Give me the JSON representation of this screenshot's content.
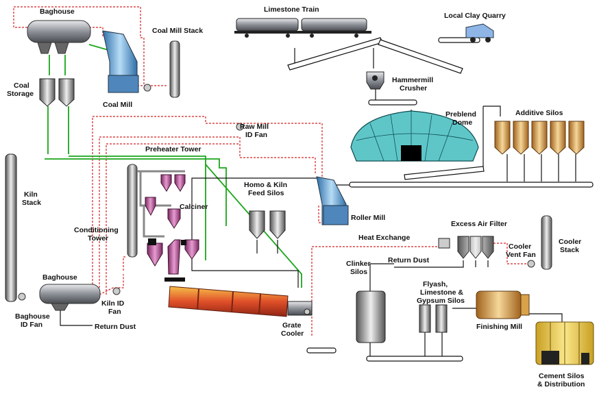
{
  "labels": {
    "baghouse_top": "Baghouse",
    "coal_mill_stack": "Coal Mill Stack",
    "limestone_train": "Limestone Train",
    "local_clay_quarry": "Local Clay Quarry",
    "coal_storage_1": "Coal",
    "coal_storage_2": "Storage",
    "coal_mill": "Coal Mill",
    "hammermill_1": "Hammermill",
    "hammermill_2": "Crusher",
    "preblend_1": "Preblend",
    "preblend_2": "Dome",
    "additive_silos": "Additive Silos",
    "raw_mill_fan_1": "Raw Mill",
    "raw_mill_fan_2": "ID Fan",
    "preheater_tower": "Preheater Tower",
    "homo_1": "Homo & Kiln",
    "homo_2": "Feed Silos",
    "kiln_stack_1": "Kiln",
    "kiln_stack_2": "Stack",
    "calciner": "Calciner",
    "roller_mill": "Roller Mill",
    "conditioning_1": "Conditioning",
    "conditioning_2": "Tower",
    "excess_air_filter": "Excess Air Filter",
    "heat_exchange": "Heat Exchange",
    "cooler_stack_1": "Cooler",
    "cooler_stack_2": "Stack",
    "cooler_fan_1": "Cooler",
    "cooler_fan_2": "Vent Fan",
    "return_dust_right": "Return Dust",
    "clinker_1": "Clinker",
    "clinker_2": "Silos",
    "baghouse_bottom": "Baghouse",
    "kiln_fan_1": "Kiln ID",
    "kiln_fan_2": "Fan",
    "flyash_1": "Flyash,",
    "flyash_2": "Limestone &",
    "flyash_3": "Gypsum Silos",
    "finishing_mill": "Finishing Mill",
    "baghouse_fan_1": "Baghouse",
    "baghouse_fan_2": "ID Fan",
    "return_dust_left": "Return Dust",
    "grate_1": "Grate",
    "grate_2": "Cooler",
    "cement_1": "Cement Silos",
    "cement_2": "& Distribution"
  },
  "colors": {
    "gas_flow": "#d42020",
    "coal_flow": "#1aa51a",
    "material_flow": "#111111",
    "equipment_gray": "#9a9ea6",
    "mill_blue": "#6aa6d8",
    "dome_teal": "#5fc6c8",
    "silo_orange": "#d9a24a",
    "cyclone_magenta": "#c0579a",
    "kiln_red": "#e0502a",
    "cement_yellow": "#f3d154"
  }
}
